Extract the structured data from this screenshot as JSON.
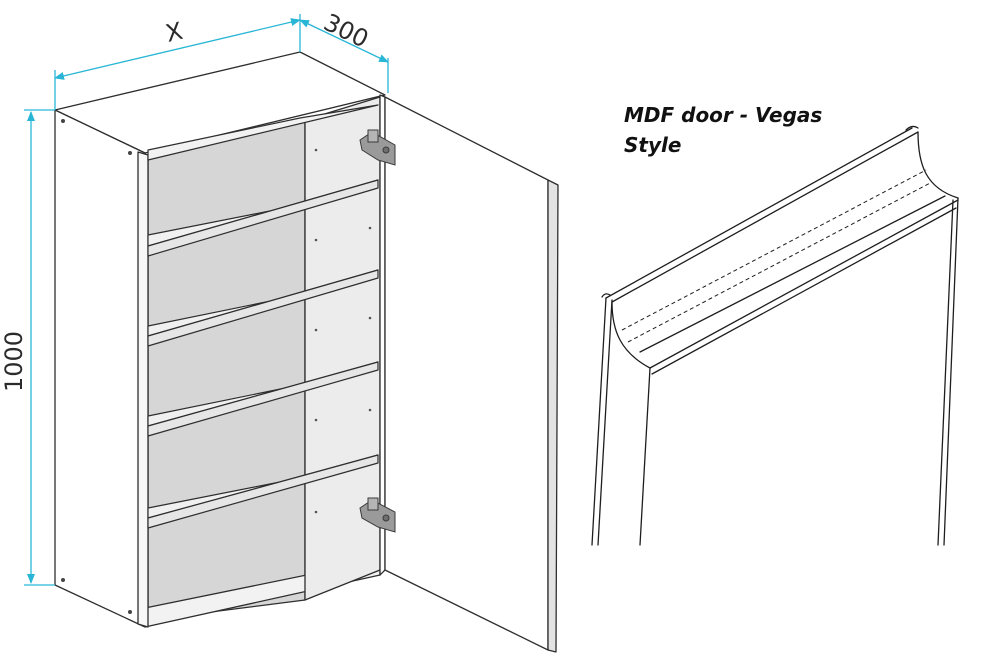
{
  "dimensions": {
    "width": "X",
    "depth": "300",
    "height": "1000"
  },
  "door": {
    "title_line1": "MDF door - Vegas",
    "title_line2": "Style"
  },
  "colors": {
    "dimension_line": "#29b6d6",
    "outline": "#2e2e2e",
    "shelf_face": "#f2f2f2",
    "shadow": "#cfcfcf",
    "hinge": "#8f8f8f"
  }
}
